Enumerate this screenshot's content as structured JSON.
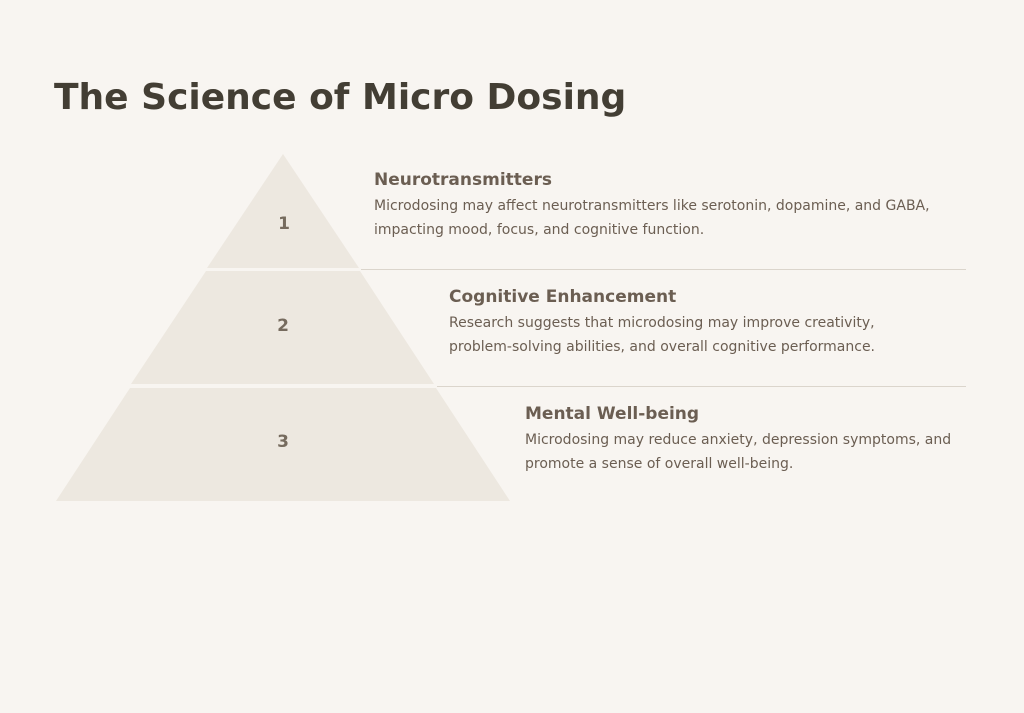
{
  "title": "The Science of Micro Dosing",
  "levels": [
    {
      "number": "1",
      "heading": "Neurotransmitters",
      "description": "Microdosing may affect neurotransmitters like serotonin, dopamine, and GABA, impacting mood, focus, and cognitive function."
    },
    {
      "number": "2",
      "heading": "Cognitive Enhancement",
      "description": "Research suggests that microdosing may improve creativity, problem-solving abilities, and overall cognitive performance."
    },
    {
      "number": "3",
      "heading": "Mental Well-being",
      "description": "Microdosing may reduce anxiety, depression symptoms, and promote a sense of overall well-being."
    }
  ],
  "colors": {
    "background": "#f8f5f1",
    "pyramid_fill": "#ede8e0",
    "title_text": "#433e34",
    "body_text": "#6b5e52",
    "number_text": "#766b5e",
    "divider": "#dbd5cc"
  }
}
